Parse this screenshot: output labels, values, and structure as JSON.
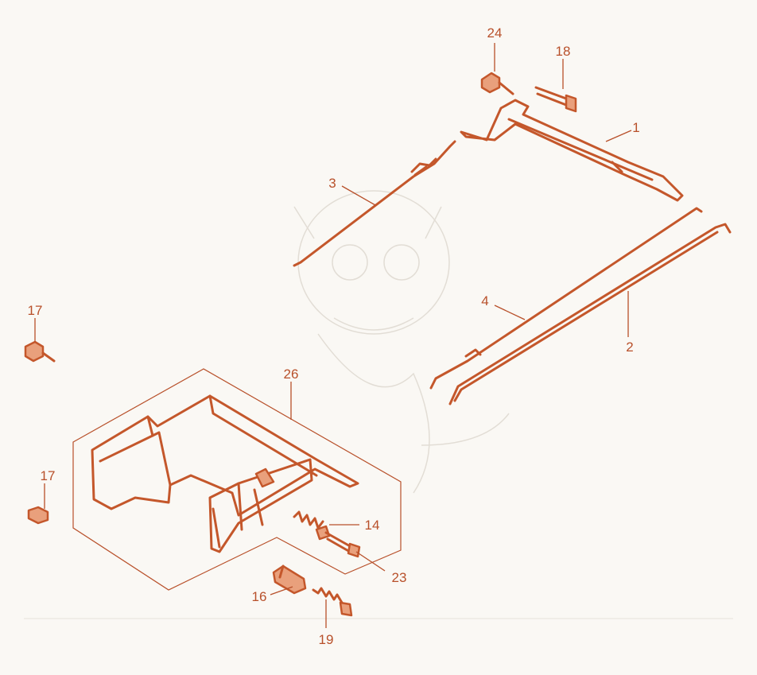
{
  "diagram": {
    "colors": {
      "accent": "#c4572b",
      "label": "#b8502a",
      "background": "#faf8f4"
    },
    "callouts": {
      "p1": "1",
      "p2": "2",
      "p3": "3",
      "p4": "4",
      "p14": "14",
      "p16": "16",
      "p17a": "17",
      "p17b": "17",
      "p18": "18",
      "p19": "19",
      "p23": "23",
      "p24": "24",
      "p26": "26"
    }
  }
}
